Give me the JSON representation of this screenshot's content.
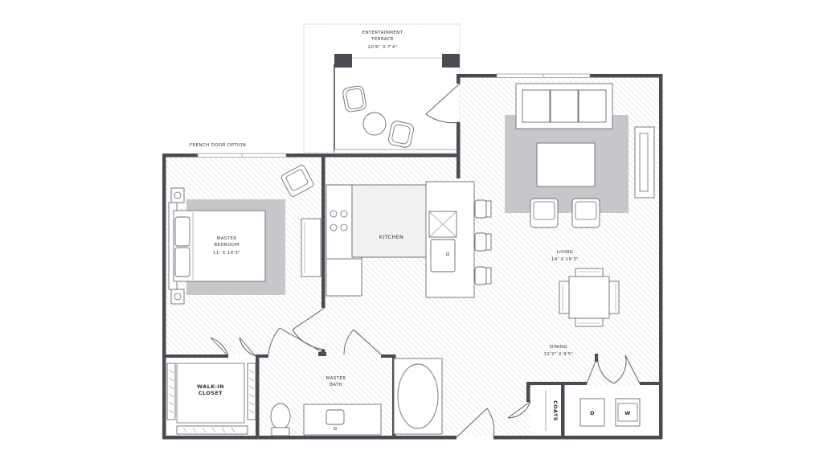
{
  "labels": {
    "terrace_name": "ENTERTAINMENT",
    "terrace_name2": "TERRACE",
    "terrace_dims": "20'6\" X 7'4\"",
    "french_door": "FRENCH DOOR OPTION",
    "bedroom_name": "MASTER",
    "bedroom_name2": "BEDROOM",
    "bedroom_dims": "11' X 14'3\"",
    "kitchen": "KITCHEN",
    "living": "LIVING",
    "living_dims": "14' X 16'3\"",
    "dining": "DINING",
    "dining_dims": "12'2\" X 9'5\"",
    "bath_name": "MASTER",
    "bath_name2": "BATH",
    "closet_name": "WALK-IN",
    "closet_name2": "CLOSET",
    "coats": "COATS",
    "dryer": "D",
    "washer": "W"
  },
  "colors": {
    "wall": "#4a4a52",
    "rug": "#c7c7cb",
    "hatch": "#dcdce0",
    "floor": "#ffffff"
  }
}
